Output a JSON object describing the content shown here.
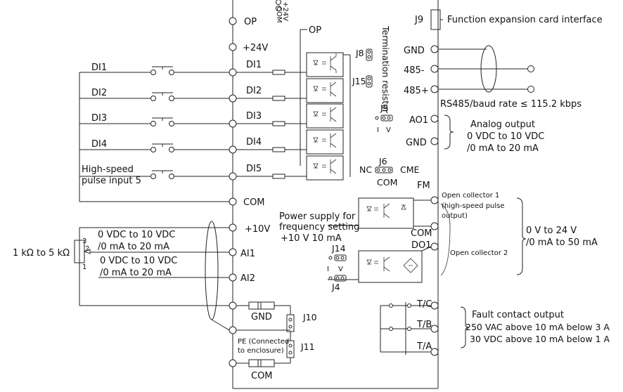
{
  "power_terminals": {
    "op": "OP",
    "plus24v": "+24V",
    "com": "COM",
    "op_bus": "OP",
    "com_vertical": "COM",
    "plus24v_vertical": "+24V"
  },
  "digital_inputs": [
    {
      "switch": "DI1",
      "terminal": "DI1"
    },
    {
      "switch": "DI2",
      "terminal": "DI2"
    },
    {
      "switch": "DI3",
      "terminal": "DI3"
    },
    {
      "switch": "DI4",
      "terminal": "DI4"
    },
    {
      "switch_line1": "High-speed",
      "switch_line2": "pulse input 5",
      "terminal": "DI5"
    }
  ],
  "jumpers": {
    "j8": "J8",
    "j15": "J15",
    "termination_resistor": "Termination resistor",
    "j5": "J5",
    "j5_i": "I",
    "j5_v": "V",
    "j6": "J6",
    "j6_nc": "NC",
    "j6_cme": "CME",
    "j6_com": "COM",
    "j14": "J14",
    "j14_i": "I",
    "j14_v": "V",
    "j4": "J4",
    "j10": "J10",
    "j11": "J11"
  },
  "expansion": {
    "j9": "J9",
    "label": "Function expansion card interface"
  },
  "rs485": {
    "gnd": "GND",
    "minus": "485-",
    "plus": "485+",
    "note": "RS485/baud rate ≤ 115.2 kbps"
  },
  "analog_output": {
    "ao1": "AO1",
    "gnd": "GND",
    "title": "Analog output",
    "line1": "0 VDC to 10 VDC",
    "line2": "/0 mA to 20 mA"
  },
  "fm_output": {
    "fm": "FM",
    "oc1_line1": "Open collector 1",
    "oc1_line2": "(high-speed pulse",
    "oc1_line3": "output)",
    "oc2": "Open collector 2",
    "com": "COM",
    "do1": "DO1",
    "range_line1": "0 V to 24 V",
    "range_line2": "/0 mA to 50 mA"
  },
  "analog_inputs": {
    "plus10v": "+10V",
    "psu_line1": "Power supply for",
    "psu_line2": "frequency setting",
    "psu_line3": "+10 V 10 mA",
    "ai1": "AI1",
    "ai2": "AI2",
    "ai1_range1": "0 VDC to 10 VDC",
    "ai1_range2": "/0 mA to 20 mA",
    "ai2_range1": "0 VDC to 10 VDC",
    "ai2_range2": "/0 mA to 20 mA",
    "pot": "1 kΩ to 5 kΩ",
    "pin1": "1",
    "pin2": "2",
    "pin3": "3"
  },
  "ground": {
    "gnd": "GND",
    "pe_line1": "PE (Connected",
    "pe_line2": "to enclosure)",
    "com": "COM"
  },
  "relay": {
    "tc": "T/C",
    "tb": "T/B",
    "ta": "T/A",
    "title": "Fault contact output",
    "ac": "250 VAC   above 10 mA  below 3 A",
    "dc": "30 VDC   above 10 mA  below 1 A"
  }
}
